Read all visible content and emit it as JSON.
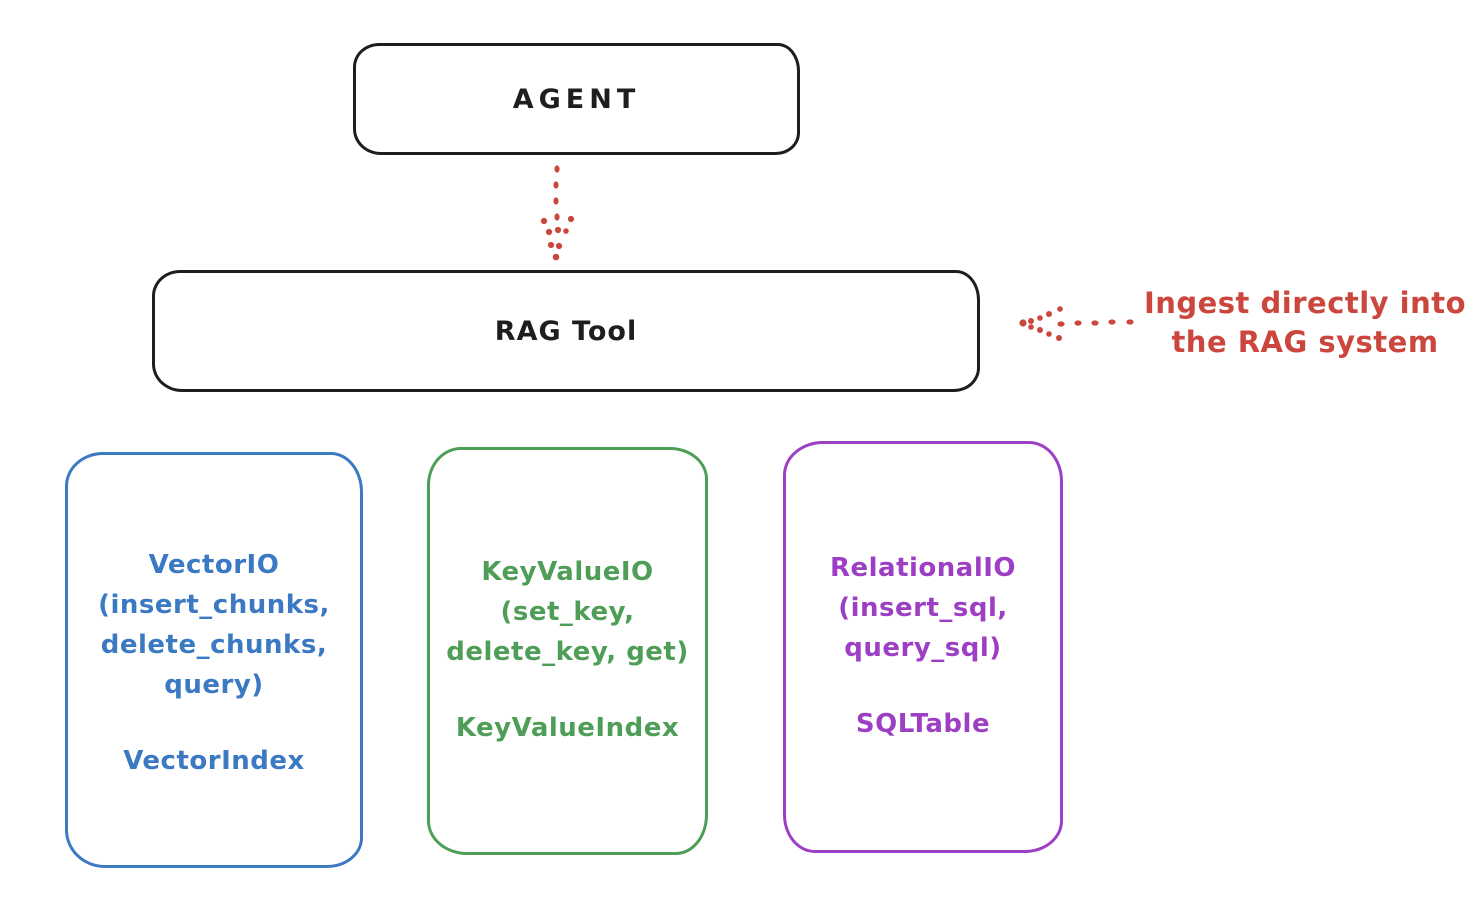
{
  "colors": {
    "ink": "#1e1e1e",
    "red": "#cb463c",
    "blue": "#3b79c3",
    "green": "#4f9e57",
    "purple": "#9d3fc4",
    "bg": "#ffffff"
  },
  "nodes": {
    "agent": {
      "label": "AGENT"
    },
    "rag_tool": {
      "label": "RAG Tool"
    },
    "vector": {
      "lines": [
        "VectorIO",
        "(insert_chunks,",
        "delete_chunks,",
        "query)"
      ],
      "index_label": "VectorIndex",
      "accent": "#3b79c3"
    },
    "keyvalue": {
      "lines": [
        "KeyValueIO",
        "(set_key,",
        "delete_key, get)"
      ],
      "index_label": "KeyValueIndex",
      "accent": "#4f9e57"
    },
    "relational": {
      "lines": [
        "RelationalIO",
        "(insert_sql,",
        "query_sql)"
      ],
      "index_label": "SQLTable",
      "accent": "#9d3fc4"
    }
  },
  "annotation": {
    "line1": "Ingest directly into",
    "line2": "the RAG system"
  },
  "icons": {
    "agent_to_rag": "dotted-down-arrow",
    "ingest_to_rag": "dotted-left-arrow"
  }
}
